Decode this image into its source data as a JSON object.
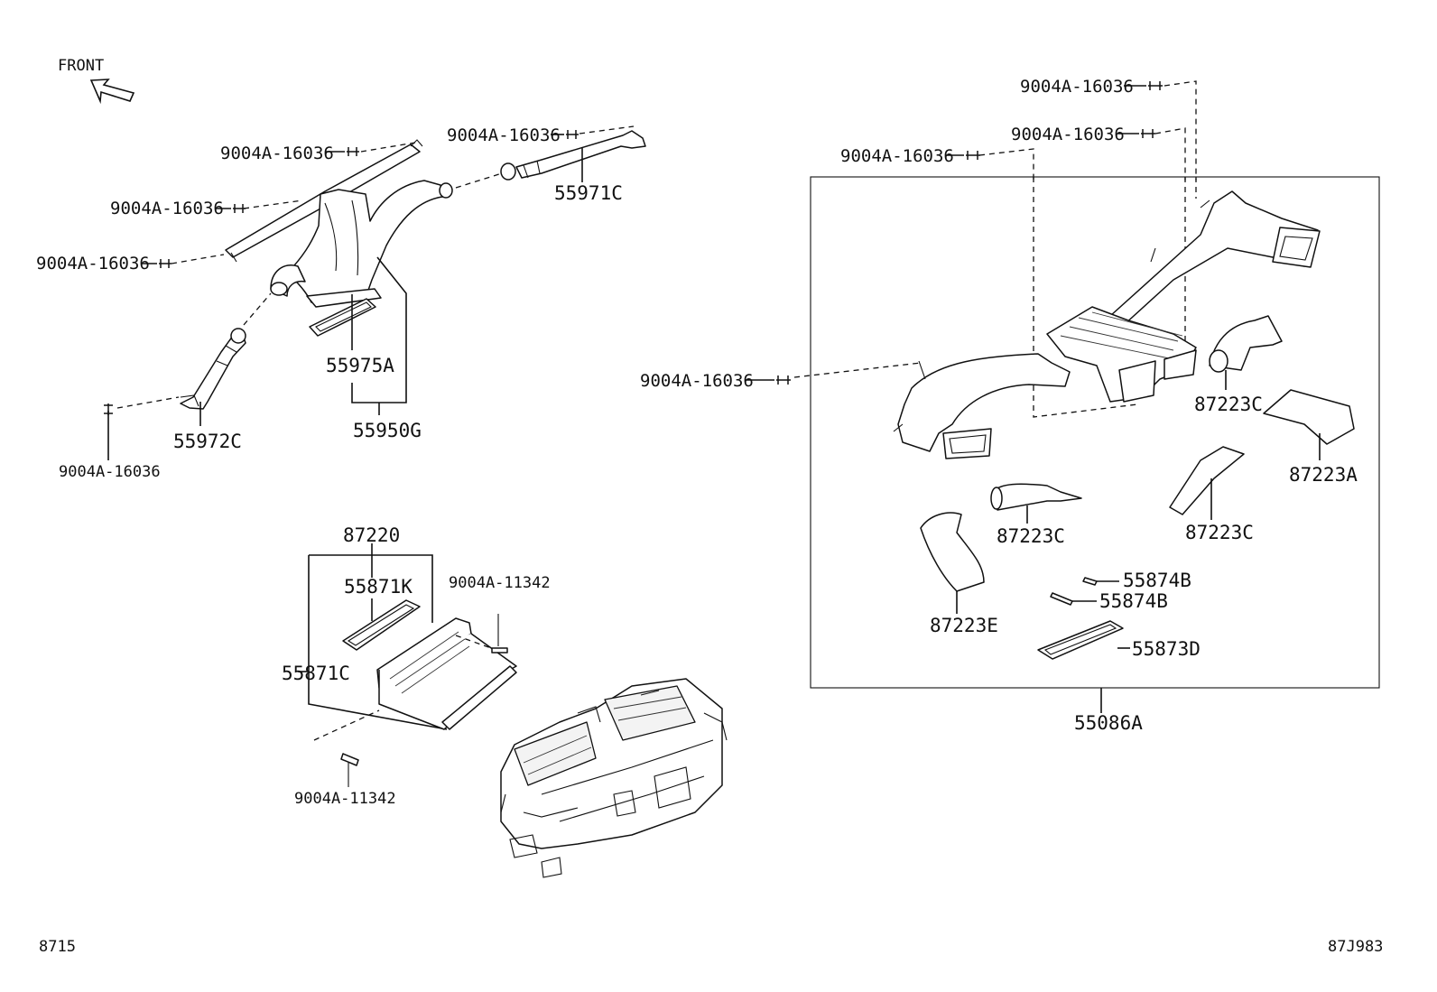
{
  "front_label": "FRONT",
  "labels": {
    "bolt_16036": "9004A-16036",
    "bolt_11342": "9004A-11342",
    "p55971C": "55971C",
    "p55975A": "55975A",
    "p55950G": "55950G",
    "p55972C": "55972C",
    "p87220": "87220",
    "p55871K": "55871K",
    "p55871C": "55871C",
    "p87223C": "87223C",
    "p87223A": "87223A",
    "p87223E": "87223E",
    "p55874B": "55874B",
    "p55873D": "55873D",
    "p55086A": "55086A"
  },
  "footer": {
    "left_code": "8715",
    "right_code": "87J983"
  }
}
